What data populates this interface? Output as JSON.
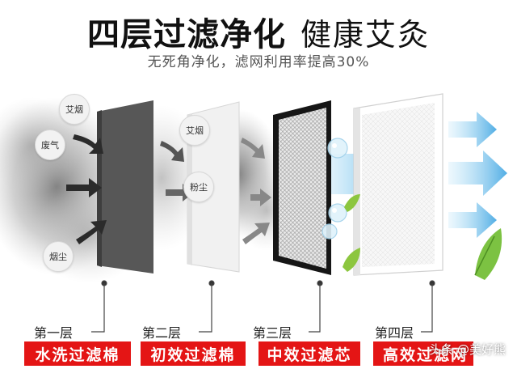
{
  "header": {
    "title_main": "四层过滤净化",
    "title_secondary": "健康艾灸",
    "subtitle": "无死角净化，滤网利用率提高30%"
  },
  "pollutants": {
    "left": [
      "艾烟",
      "废气",
      "烟尘"
    ],
    "middle": [
      "艾烟",
      "粉尘"
    ]
  },
  "layers": [
    {
      "label": "第一层",
      "name": "水洗过滤棉",
      "color": "#555555"
    },
    {
      "label": "第二层",
      "name": "初效过滤棉",
      "color": "#eeeeee"
    },
    {
      "label": "第三层",
      "name": "中效过滤芯",
      "color": "#111111"
    },
    {
      "label": "第四层",
      "name": "高效过滤网",
      "color": "#ffffff"
    }
  ],
  "colors": {
    "accent": "#e41515",
    "airflow": "#6ec3ef"
  },
  "watermark": "头条 @美好熊"
}
